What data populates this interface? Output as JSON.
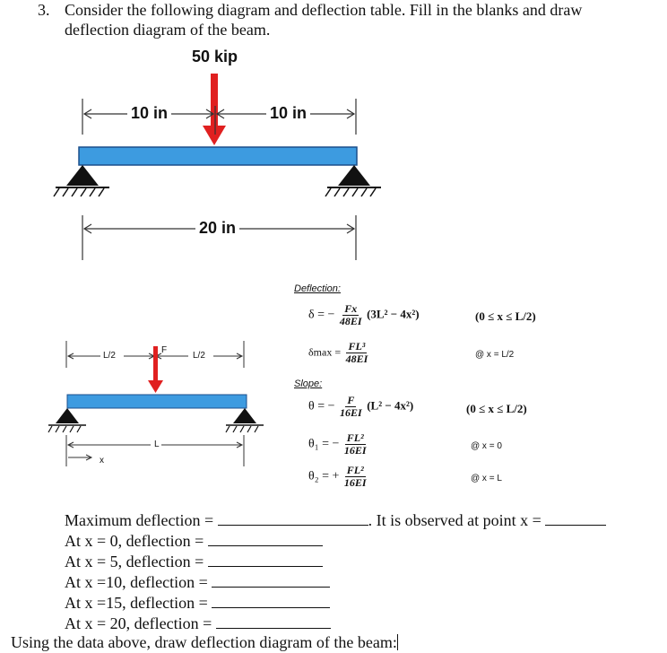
{
  "question": {
    "number": "3.",
    "line1": "Consider the following diagram and deflection table.  Fill in the blanks and draw",
    "line2": "deflection diagram of the beam."
  },
  "main_diagram": {
    "load_label": "50 kip",
    "left_span_label": "10 in",
    "right_span_label": "10 in",
    "total_span_label": "20 in",
    "colors": {
      "beam": "#3d9be0",
      "load_arrow": "#e02020",
      "support": "#111111"
    }
  },
  "small_diagram": {
    "load_label": "F",
    "half_label_left": "L/2",
    "half_label_right": "L/2",
    "length_label": "L",
    "x_label": "x"
  },
  "formula_table": {
    "deflection_header": "Deflection:",
    "slope_header": "Slope:",
    "rows": {
      "delta": {
        "lhs": "δ = −",
        "num": "Fx",
        "den": "48EI",
        "tail": "(3L² − 4x²)",
        "range": "(0 ≤ x ≤ L/2)"
      },
      "delta_max": {
        "lhs": "δmax =",
        "num": "FL³",
        "den": "48EI",
        "range": "@ x = L/2"
      },
      "theta": {
        "lhs": "θ = −",
        "num": "F",
        "den": "16EI",
        "tail": "(L² − 4x²)",
        "range": "(0 ≤ x ≤ L/2)"
      },
      "theta1": {
        "lhs": "θ₁ = −",
        "num": "FL²",
        "den": "16EI",
        "range": "@ x = 0"
      },
      "theta2": {
        "lhs": "θ₂ = +",
        "num": "FL²",
        "den": "16EI",
        "range": "@ x = L"
      }
    }
  },
  "blanks": {
    "max_deflection_label": "Maximum deflection =",
    "observed_label": ". It is observed at point x =",
    "at_x0": "At  x = 0, deflection =",
    "at_x5": "At  x = 5, deflection =",
    "at_x10": "At  x =10, deflection =",
    "at_x15": "At  x =15, deflection =",
    "at_x20": "At  x = 20, deflection =",
    "final_instruction": "Using the data above, draw deflection diagram of the beam:"
  }
}
